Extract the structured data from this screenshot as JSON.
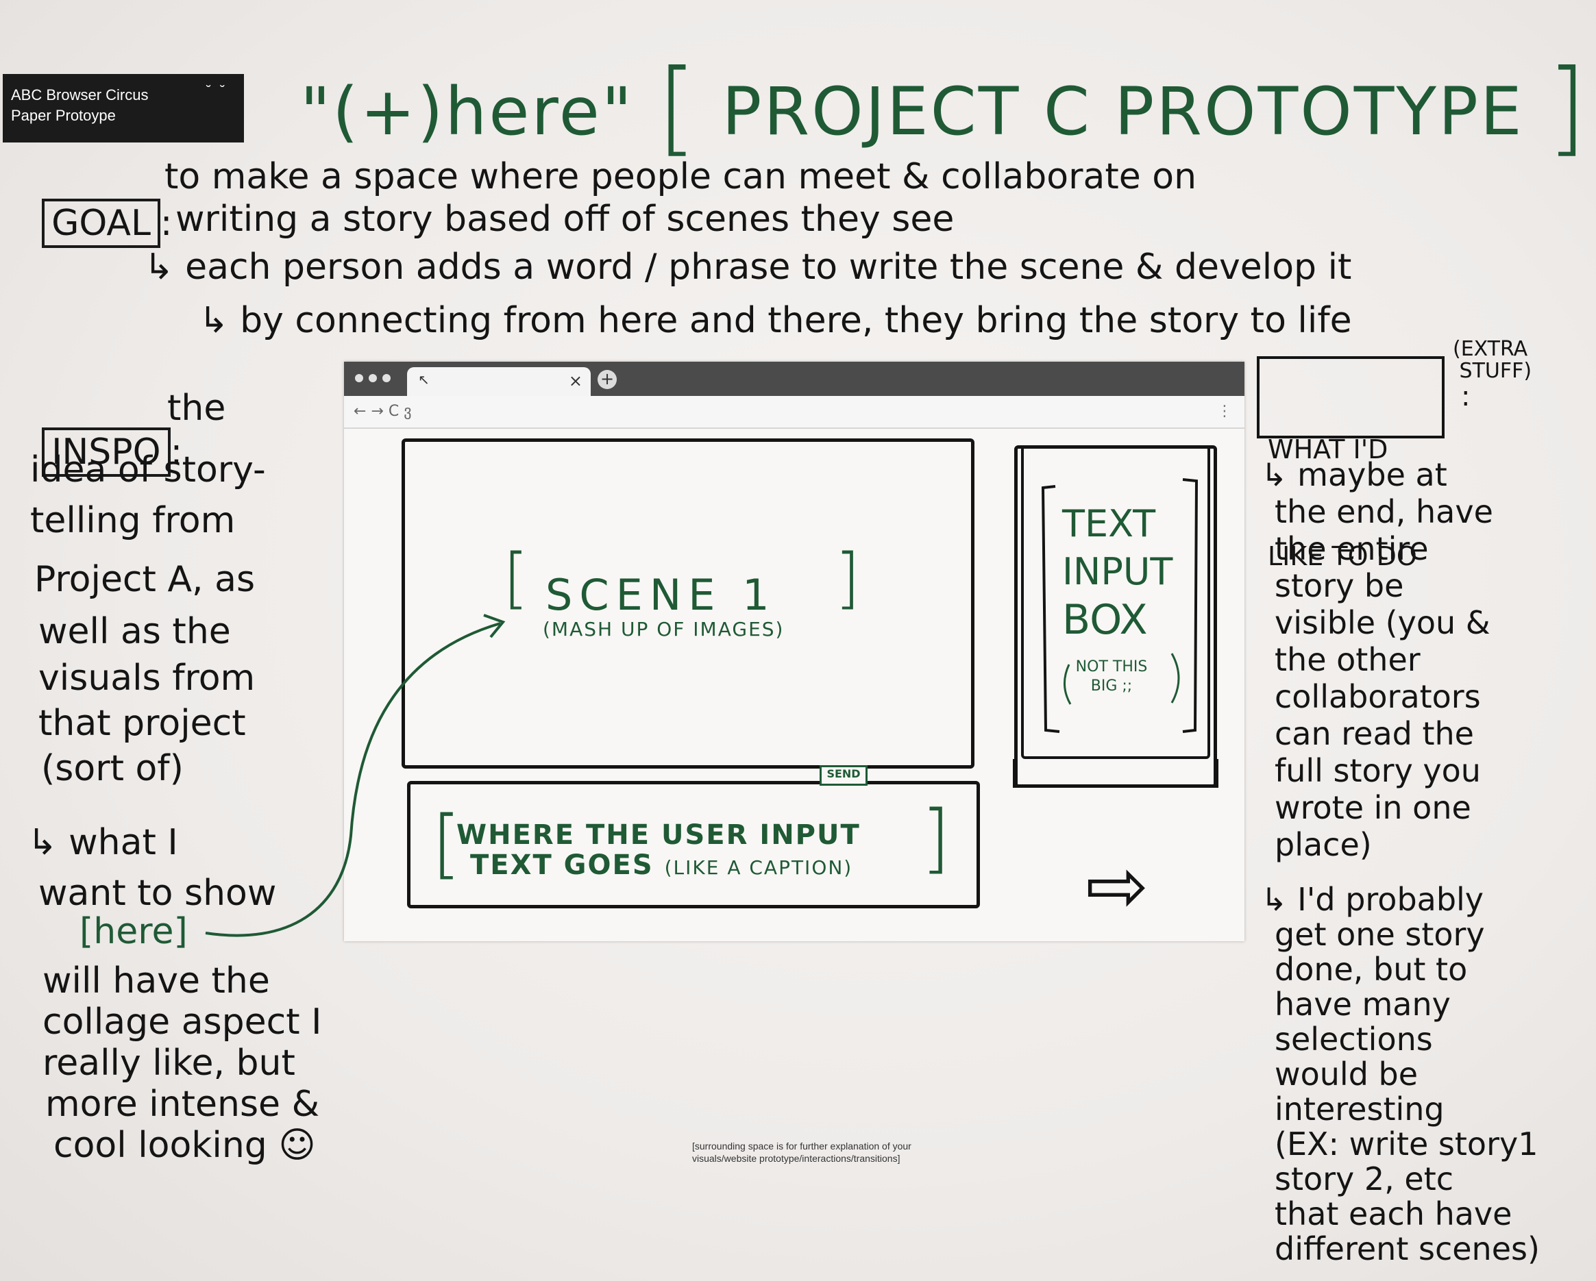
{
  "label": {
    "line1": "ABC Browser Circus",
    "line2": "Paper Protoype",
    "dots": "˘ ˘"
  },
  "title": {
    "quote": "\"(+)here\"",
    "open_bracket": "[",
    "main": "PROJECT C PROTOTYPE",
    "close_bracket": "]"
  },
  "goal": {
    "label": "GOAL",
    "colon": ":",
    "line1": "to make a space where people can meet & collaborate on",
    "line2": "writing a story based off of scenes they see",
    "bullet1": "↳ each person adds a word / phrase to write the scene & develop it",
    "bullet2": "↳ by connecting from here and there, they bring the story to life"
  },
  "inspo": {
    "label": "INSPO",
    "lines": [
      "the",
      "idea of story-",
      "telling from",
      "Project A, as",
      "well as the",
      "visuals from",
      "that project",
      "(sort of)"
    ],
    "sub_lines": [
      "↳ what I",
      "want to show"
    ],
    "here": "[here]",
    "tail_lines": [
      "will have the",
      "collage aspect I",
      "really like, but",
      "more intense &",
      "cool looking ☺"
    ]
  },
  "extra": {
    "label_line1": "WHAT I'D",
    "label_line2": "LIKE TO DO",
    "aside": "(EXTRA\n STUFF)",
    "colon": ":",
    "note1": [
      "↳ maybe at",
      "the end, have",
      "the entire",
      "story be",
      "visible (you &",
      "the other",
      "collaborators",
      "can read the",
      "full story you",
      "wrote in one",
      "place)"
    ],
    "note2": [
      "↳ I'd probably",
      "get one story",
      "done, but to",
      "have many",
      "selections",
      "would be",
      "interesting",
      "(EX: write story1",
      "story 2, etc",
      "that each have",
      "different scenes)"
    ]
  },
  "browser": {
    "cursor": "↖",
    "close": "×",
    "newtab": "+",
    "nav": "←  →  C   ვ",
    "menu": "⋮",
    "scene_title": "SCENE 1",
    "scene_sub": "(MASH UP OF IMAGES)",
    "input_l1": "TEXT",
    "input_l2": "INPUT",
    "input_l3": "BOX",
    "input_note1": "NOT THIS",
    "input_note2": "BIG ;;",
    "send": "SEND",
    "caption_l1": "WHERE THE USER INPUT",
    "caption_l2": "TEXT GOES",
    "caption_note": "(LIKE A CAPTION)",
    "next_arrow": "⇨"
  },
  "footnote": {
    "line1": "[surrounding space is for further explanation of your",
    "line2": "visuals/website prototype/interactions/transitions]"
  }
}
